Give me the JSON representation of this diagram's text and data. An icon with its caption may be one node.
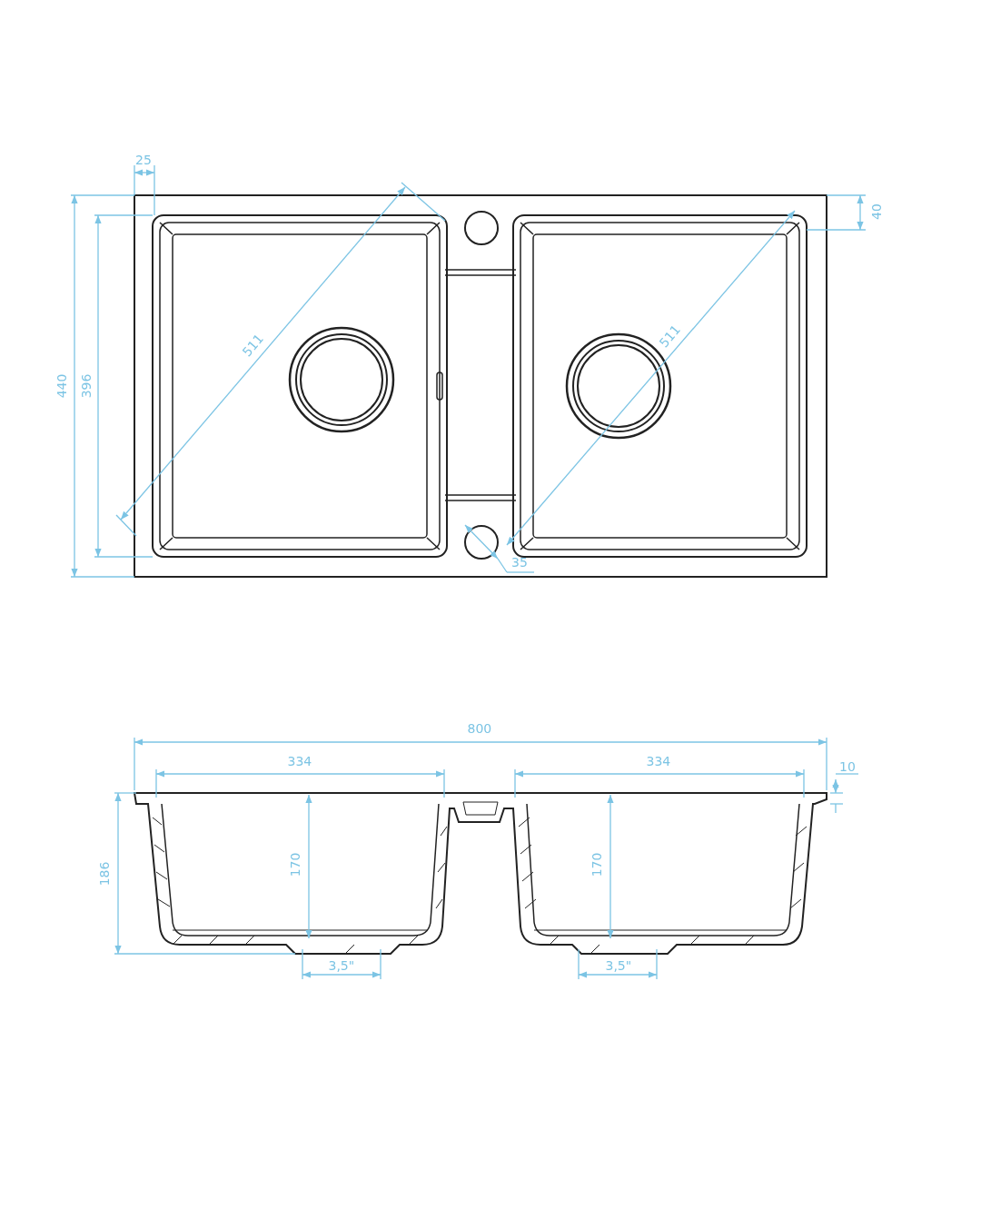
{
  "diagram": {
    "labels": [
      "25",
      "40",
      "440",
      "396",
      "511",
      "511",
      "35",
      "800",
      "334",
      "334",
      "10",
      "186",
      "170",
      "170",
      "3,5\"",
      "3,5\""
    ]
  }
}
